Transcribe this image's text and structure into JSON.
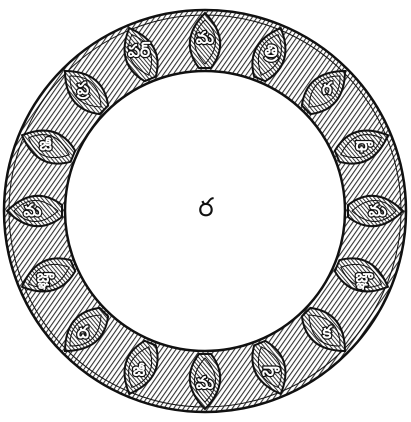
{
  "center": {
    "glyph": "ర"
  },
  "petals": [
    {
      "label": "మ"
    },
    {
      "label": "త్రి"
    },
    {
      "label": "గ"
    },
    {
      "label": "ధా"
    },
    {
      "label": "మ"
    },
    {
      "label": "జ్ఞా"
    },
    {
      "label": "క"
    },
    {
      "label": "నా"
    },
    {
      "label": "మ"
    },
    {
      "label": "జీ"
    },
    {
      "label": "ద"
    },
    {
      "label": "జ్ఞా"
    },
    {
      "label": "మ"
    },
    {
      "label": "జీ"
    },
    {
      "label": "ప్ర"
    },
    {
      "label": "పర్"
    }
  ],
  "colors": {
    "ink": "#111111",
    "paper": "#ffffff",
    "ring_hatch": "#333333"
  }
}
